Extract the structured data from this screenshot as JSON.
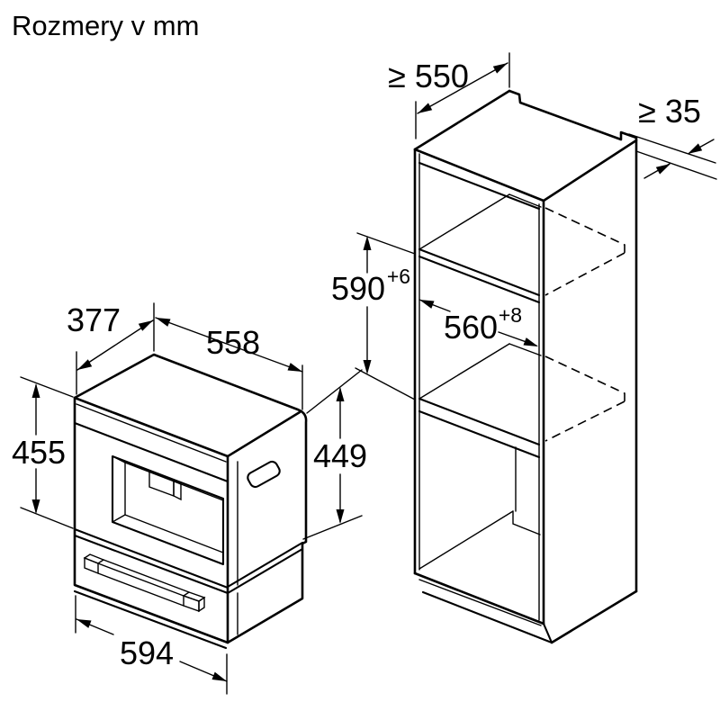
{
  "title": "Rozmery v mm",
  "appliance": {
    "dimensions": {
      "depth": "377",
      "width": "558",
      "front_height": "455",
      "body_height": "449",
      "front_width": "594"
    }
  },
  "niche": {
    "dimensions": {
      "min_depth": "≥ 550",
      "min_rear_clearance": "≥ 35",
      "height": {
        "value": "590",
        "tolerance": "+6"
      },
      "width": {
        "value": "560",
        "tolerance": "+8"
      }
    }
  },
  "colors": {
    "line": "#000000",
    "background": "#ffffff"
  }
}
